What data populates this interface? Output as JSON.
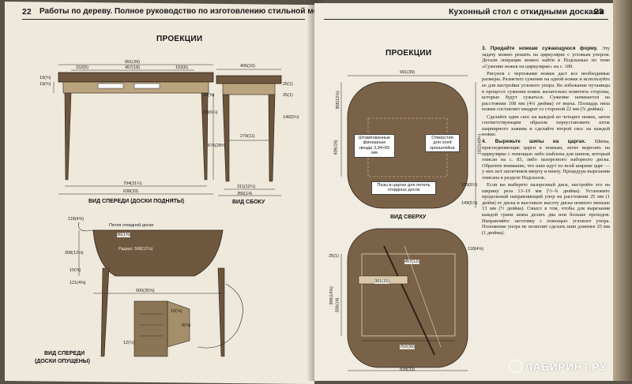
{
  "left_page": {
    "number": "22",
    "running_title": "Работы по дереву. Полное руководство по изготовлению стильной мебели",
    "section_title": "ПРОЕКЦИИ",
    "front_raised": {
      "caption": "ВИД СПЕРЕДИ (ДОСКИ ПОДНЯТЫ)",
      "dims": [
        "991(39)",
        "152(6)",
        "457(18)",
        "152(6)",
        "19(¾)",
        "19(¾)",
        "10(⅜)",
        "159(6¼)",
        "676(28⅝)",
        "794(31¼)",
        "638(33)"
      ]
    },
    "side": {
      "caption": "ВИД СБОКУ",
      "dims": [
        "406(16)",
        "25(1)",
        "25(1)",
        "146(5¾)",
        "279(11)",
        "311(12¼)",
        "356(14)"
      ]
    },
    "front_lowered": {
      "caption_line1": "ВИД СПЕРЕДИ",
      "caption_line2": "(ДОСКИ ОПУЩЕНЫ)",
      "dims": [
        "118(4⅝)",
        "Петля откидной доски",
        "36(1⅜)",
        "Радиус 308(12⅛)",
        "308(12⅛)",
        "10(⅜)",
        "121(4⅜)",
        "900(35⅜)",
        "10(⅜)",
        "8(⅜)",
        "12(½)"
      ]
    }
  },
  "right_page": {
    "number": "23",
    "running_title": "Кухонный стол с откидными досками",
    "section_title": "ПРОЕКЦИИ",
    "top_view": {
      "caption": "ВИД СВЕРХУ",
      "dims": [
        "991(39)",
        "308(12⅛)",
        "406(16)",
        "1022(40¼)",
        "159(6¼)",
        "149(5⅞)"
      ],
      "callouts": [
        "Штампованные финишные гвозди 3,34×65 мм",
        "Отверстия для осей кронштейна",
        "Пазы в царгах для петель откидных досок"
      ]
    },
    "bottom_view": {
      "dims": [
        "25(1)",
        "457(12)",
        "118(4⅝)",
        "381(15)",
        "396(14⅝)",
        "356(14)",
        "762(30)",
        "838(33)"
      ]
    },
    "paragraphs": [
      {
        "lead": "3. Придайте ножкам сужающуюся форму.",
        "text": "Эту задачу можно решить на циркулярке с угловым упором. Детали операции можно найти в Подсказках по теме «Сужение ножек на циркулярке» на с. 189."
      },
      {
        "lead": "",
        "text": "Рисунок с чертежами ножки даст все необходимые размеры. Разметьте сужение на одной ножке и используйте ее для настройки углового упора. Во избежание путаницы в процессе сужения ножек желательно пометить стороны, которые будут сужаться. Сужение начинается на расстоянии 108 мм (4¼ дюйма) от верха. Площадь низа ножки составляет квадрат со стороной 22 мм (⅞ дюйма)."
      },
      {
        "lead": "",
        "text": "Сделайте один скос на каждой из четырех ножек, затем соответствующим образом переустановите шток шарнирного зажима и сделайте второй скос на каждой ножке."
      },
      {
        "lead": "4. Вырежьте шипы на царгах.",
        "text": "Шипы, присоединяющие царги к ножкам, легко вырезать на циркулярке с помощью либо шаблона для шипов, который описан на с. 83, либо пазорезного наборного диска. Обратите внимание, что шип идут по всей ширине царг — у них нет заплечиков вверху и внизу. Процедура вырезания описана в разделе Подсказок."
      },
      {
        "lead": "",
        "text": "Если вы выберете пазорезный диск, настройте его на ширину реза 13–19 мм (½–¾ дюйма). Установите продольный направляющий упор на расстоянии 25 мм (1 дюйм) от диска и выставьте высоту диска немного меньше 13 мм (½ дюйма). Смысл в том, чтобы для вырезания каждой грани шипа делать два или больше проходов. Направляйте заготовку с помощью углового упора. Положение упора не позволит сделать шип длиннее 25 мм (1 дюйма)."
      }
    ]
  },
  "watermark": "ЛАБИРИНТ.РУ",
  "colors": {
    "wood": "#7a6248",
    "wood_dark": "#4a3a2a",
    "paper": "#efe9dc",
    "ink": "#1a1a1a"
  }
}
